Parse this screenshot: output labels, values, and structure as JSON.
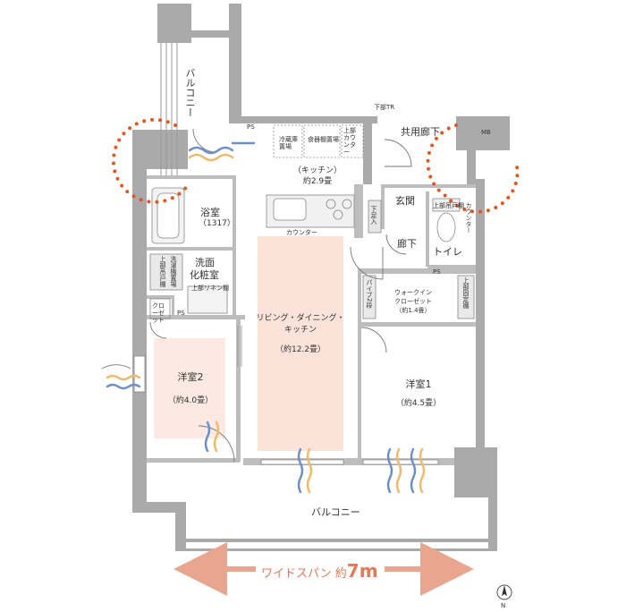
{
  "rooms": {
    "balcony_top": "バルコニー",
    "common_corridor": "共用廊下",
    "mb": "MB",
    "ps_kitchen": "PS",
    "ps_toilet": "PS",
    "ps_closet": "PS",
    "fridge": "冷蔵庫置場",
    "pantry": "食器棚置場",
    "upper_counter": "上部カウンター",
    "kitchen": "（キッチン）",
    "kitchen_area": "約2.9畳",
    "counter": "カウンター",
    "bath": "浴室",
    "bath_size": "（1317）",
    "washroom_line1": "洗面",
    "washroom_line2": "化粧室",
    "washer": "洗濯機置場",
    "upper_shelf": "上部吊戸棚",
    "linen": "上部リネン棚",
    "closet": "クローゼット",
    "entrance": "玄関",
    "shoe_box": "下足入",
    "hall": "廊下",
    "toilet": "トイレ",
    "toilet_upper": "上部吊戸棚",
    "toilet_counter": "カウンター",
    "walkin_line1": "ウォークイン",
    "walkin_line2": "クローゼット",
    "walkin_area": "（約1.4畳）",
    "pipe": "パイプ2段",
    "upper_fixed_shelf": "上部固定棚",
    "ldk_line1": "リビング・ダイニング・",
    "ldk_line2": "キッチン",
    "ldk_area": "（約12.2畳）",
    "bed1": "洋室1",
    "bed1_area": "（約4.5畳）",
    "bed2": "洋室2",
    "bed2_area": "（約4.0畳）",
    "balcony_bottom": "バルコニー",
    "tr": "下部TR"
  },
  "span": {
    "prefix": "ワイドスパン 約",
    "value": "7m"
  },
  "north_letter": "N",
  "colors": {
    "wall": "#aaaaaa",
    "wall_light": "#cfcfcf",
    "highlight": "#fbe9e2",
    "highlight_ldk": "#fbe3da",
    "arrow": "#e8a58f",
    "dots": "#e2561f",
    "wind_blue": "#6c8fc9",
    "wind_orange": "#f0b96a"
  }
}
